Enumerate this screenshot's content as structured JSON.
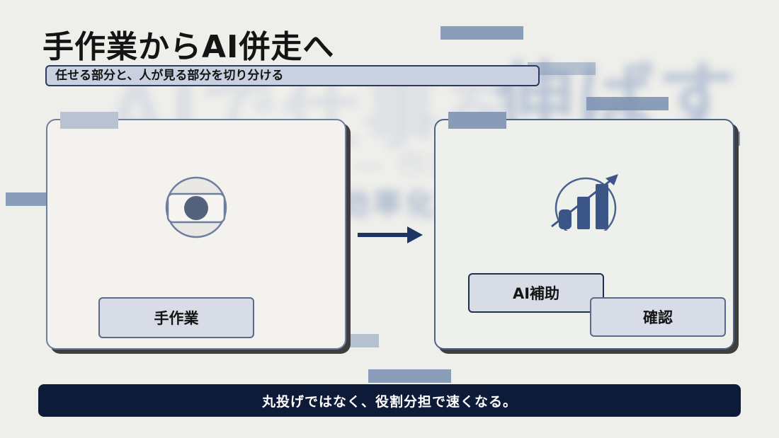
{
  "slide": {
    "title": "手作業からAI併走へ",
    "subtitle": "任せる部分と、人が見る部分を切り分ける",
    "left_panel": {
      "label": "手作業"
    },
    "right_panel": {
      "label_ai": "AI補助",
      "label_confirm": "確認"
    },
    "footer": "丸投げではなく、役割分担で速くなる。"
  },
  "colors": {
    "navy": "#0d1b38",
    "accent_blue": "#2e4a78",
    "slate": "#7e93b4",
    "panel_bg": "#f4f2ee"
  },
  "icons": [
    "camera-icon",
    "growth-chart-icon",
    "right-arrow-icon"
  ]
}
